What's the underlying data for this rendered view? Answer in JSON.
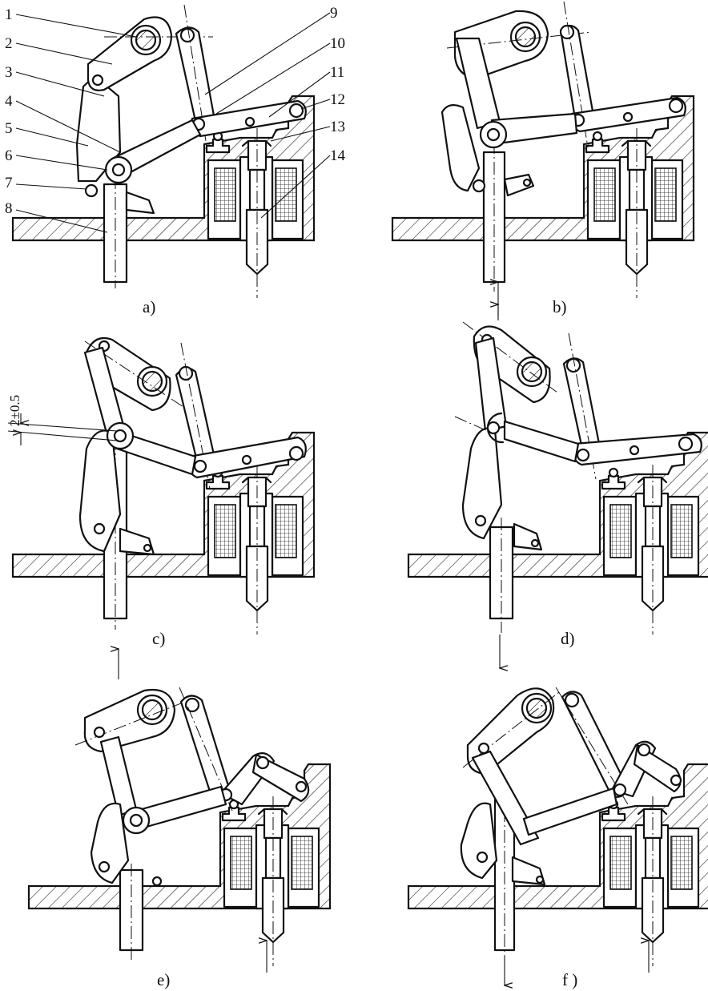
{
  "part_labels": [
    "1",
    "2",
    "3",
    "4",
    "5",
    "6",
    "7",
    "8",
    "9",
    "10",
    "11",
    "12",
    "13",
    "14"
  ],
  "panel_captions": [
    "a)",
    "b)",
    "c)",
    "d)",
    "e)",
    "f )"
  ],
  "dimension_label": "2±0.5"
}
